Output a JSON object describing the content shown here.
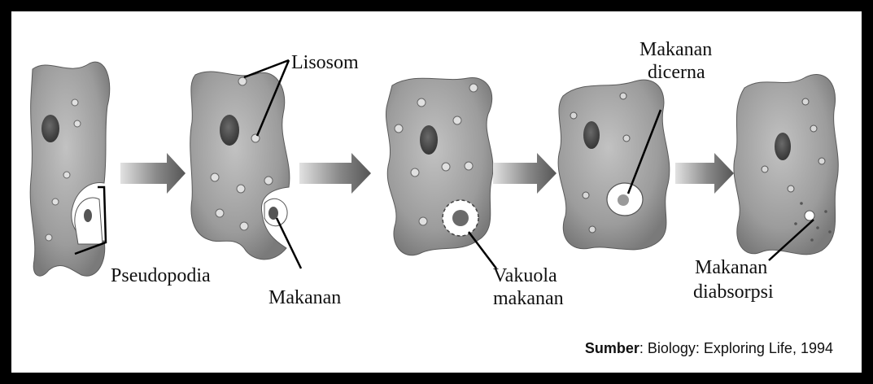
{
  "labels": {
    "lisosom": "Lisosom",
    "pseudopodia": "Pseudopodia",
    "makanan": "Makanan",
    "vakuola_line1": "Vakuola",
    "vakuola_line2": "makanan",
    "dicerna_line1": "Makanan",
    "dicerna_line2": "dicerna",
    "diabsorpsi_line1": "Makanan",
    "diabsorpsi_line2": "diabsorpsi"
  },
  "source": {
    "prefix": "Sumber",
    "text": ": Biology: Exploring Life, 1994"
  },
  "colors": {
    "frame": "#000000",
    "cell_fill": "#a6a6a6",
    "nucleus": "#4f4f4f",
    "arrow": "#6e6e6e"
  }
}
